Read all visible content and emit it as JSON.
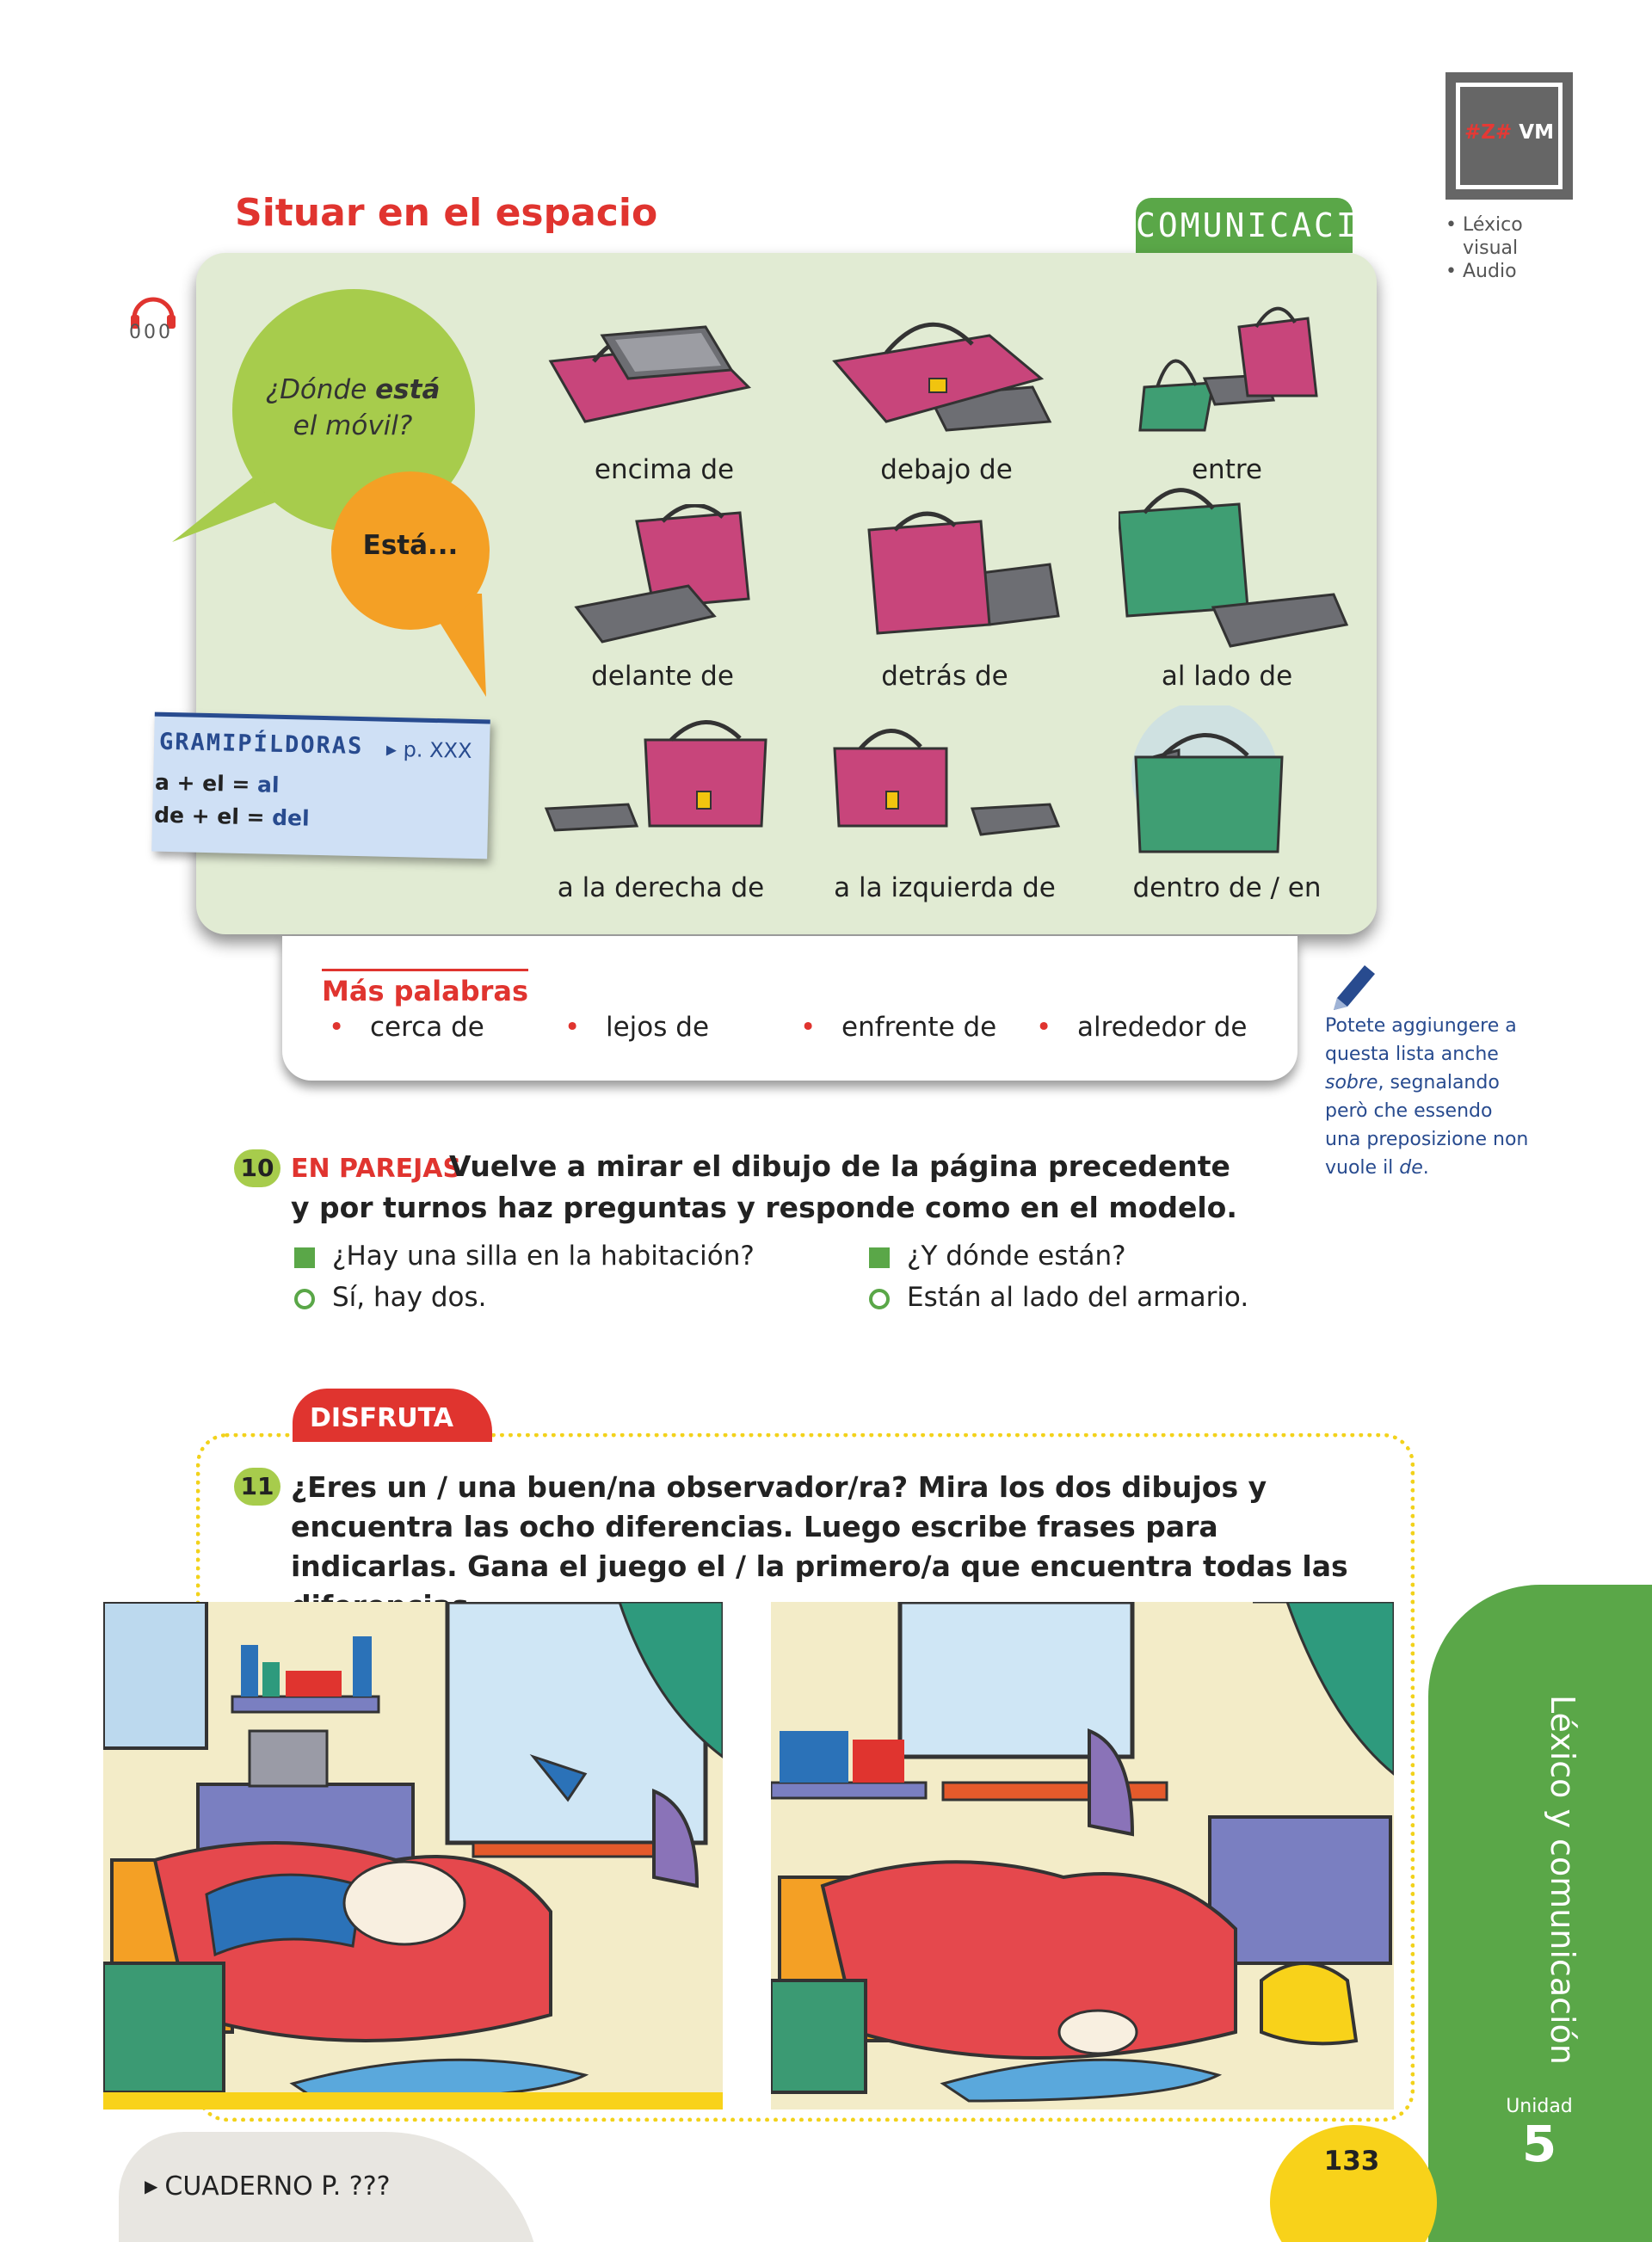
{
  "sidebar": {
    "badge": {
      "prefix": "#Z#",
      "label": "VM"
    },
    "items": [
      "Léxico visual",
      "Audio"
    ]
  },
  "header": {
    "title": "Situar en el espacio",
    "section_tab": "COMUNICACIÓN"
  },
  "audio": {
    "track": "000"
  },
  "bubbles": {
    "question_pre": "¿Dónde ",
    "question_bold": "está",
    "question_post": " el móvil?",
    "answer": "Está..."
  },
  "gramipildoras": {
    "title": "GRAMIPÍLDORAS",
    "ref": "▸ p. XXX",
    "rule1": {
      "left": "a + el = ",
      "right": "al"
    },
    "rule2": {
      "left": "de + el = ",
      "right": "del"
    }
  },
  "prepositions": [
    "encima de",
    "debajo de",
    "entre",
    "delante de",
    "detrás de",
    "al lado de",
    "a la derecha de",
    "a la izquierda de",
    "dentro de / en"
  ],
  "more_words": {
    "title": "Más palabras",
    "items": [
      "cerca de",
      "lejos de",
      "enfrente de",
      "alrededor de"
    ]
  },
  "side_note": {
    "text_pre": "Potete aggiungere a questa lista anche ",
    "text_italic": "sobre",
    "text_mid": ", segnalando però che essendo una preposizione non vuole il ",
    "text_italic2": "de",
    "text_post": "."
  },
  "exercise10": {
    "number": "10",
    "tag": "EN PAREJAS",
    "line1": "Vuelve a mirar el dibujo de la página precedente",
    "line2": "y por turnos haz preguntas y responde como en el modelo.",
    "dialog": [
      {
        "q": "¿Hay una silla en la habitación?",
        "a": "Sí, hay dos."
      },
      {
        "q": "¿Y dónde están?",
        "a": "Están al lado del armario."
      }
    ]
  },
  "exercise11": {
    "tab": "DISFRUTA",
    "number": "11",
    "text": "¿Eres un / una buen/na observador/ra? Mira los dos dibujos y encuentra las ocho diferencias. Luego escribe frases para indicarlas. Gana el juego el / la primero/a que encuentra todas las diferencias."
  },
  "footer": {
    "workbook": "CUADERNO P. ???",
    "page": "133",
    "unit_label": "Unidad",
    "unit_number": "5",
    "section_vertical": "Léxico y comunicación"
  },
  "colors": {
    "accent_red": "#e0342f",
    "green": "#5aa748",
    "panel": "#e1ebd3",
    "yellow": "#f8d21a",
    "blue_text": "#284b8f"
  }
}
